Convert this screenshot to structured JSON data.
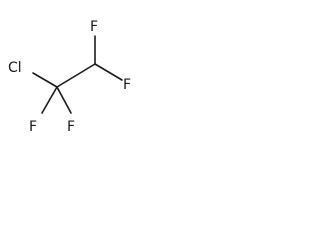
{
  "molecule": {
    "atoms": [
      {
        "id": "cl",
        "symbol": "Cl"
      },
      {
        "id": "f_top",
        "symbol": "F"
      },
      {
        "id": "f_right",
        "symbol": "F"
      },
      {
        "id": "f_bottom_left",
        "symbol": "F"
      },
      {
        "id": "f_bottom_right",
        "symbol": "F"
      }
    ],
    "colors": {
      "ink": "#1a1a1a",
      "background": "#ffffff"
    }
  }
}
